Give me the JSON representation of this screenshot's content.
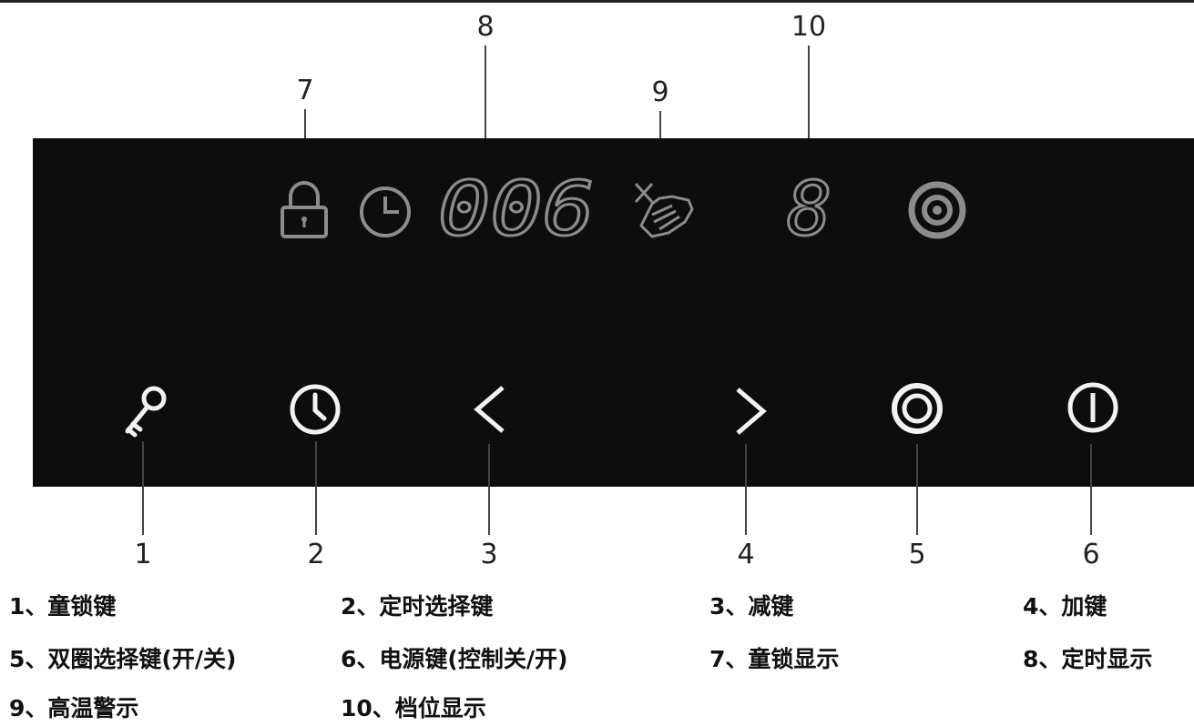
{
  "callouts": [
    "1",
    "2",
    "3",
    "4",
    "5",
    "6",
    "7",
    "8",
    "9",
    "10"
  ],
  "timer_display": "006",
  "level_display": "8",
  "legend": [
    "1、童锁键",
    "2、定时选择键",
    "3、减键",
    "4、加键",
    "5、双圈选择键(开/关)",
    "6、电源键(控制关/开)",
    "7、童锁显示",
    "8、定时显示",
    "9、高温警示",
    "10、档位显示"
  ],
  "icons": {
    "display": [
      "lock-icon",
      "clock-icon",
      "timer-digits",
      "hot-hand-icon",
      "level-digit",
      "dual-ring-icon"
    ],
    "buttons": [
      "key-icon",
      "clock-icon",
      "less-than-icon",
      "greater-than-icon",
      "double-circle-icon",
      "power-icon"
    ]
  },
  "colors": {
    "panel": "#0d0d0d",
    "display_glyph": "#8c8c8c",
    "button_glyph": "#f2f2f2",
    "leader": "#444444"
  }
}
